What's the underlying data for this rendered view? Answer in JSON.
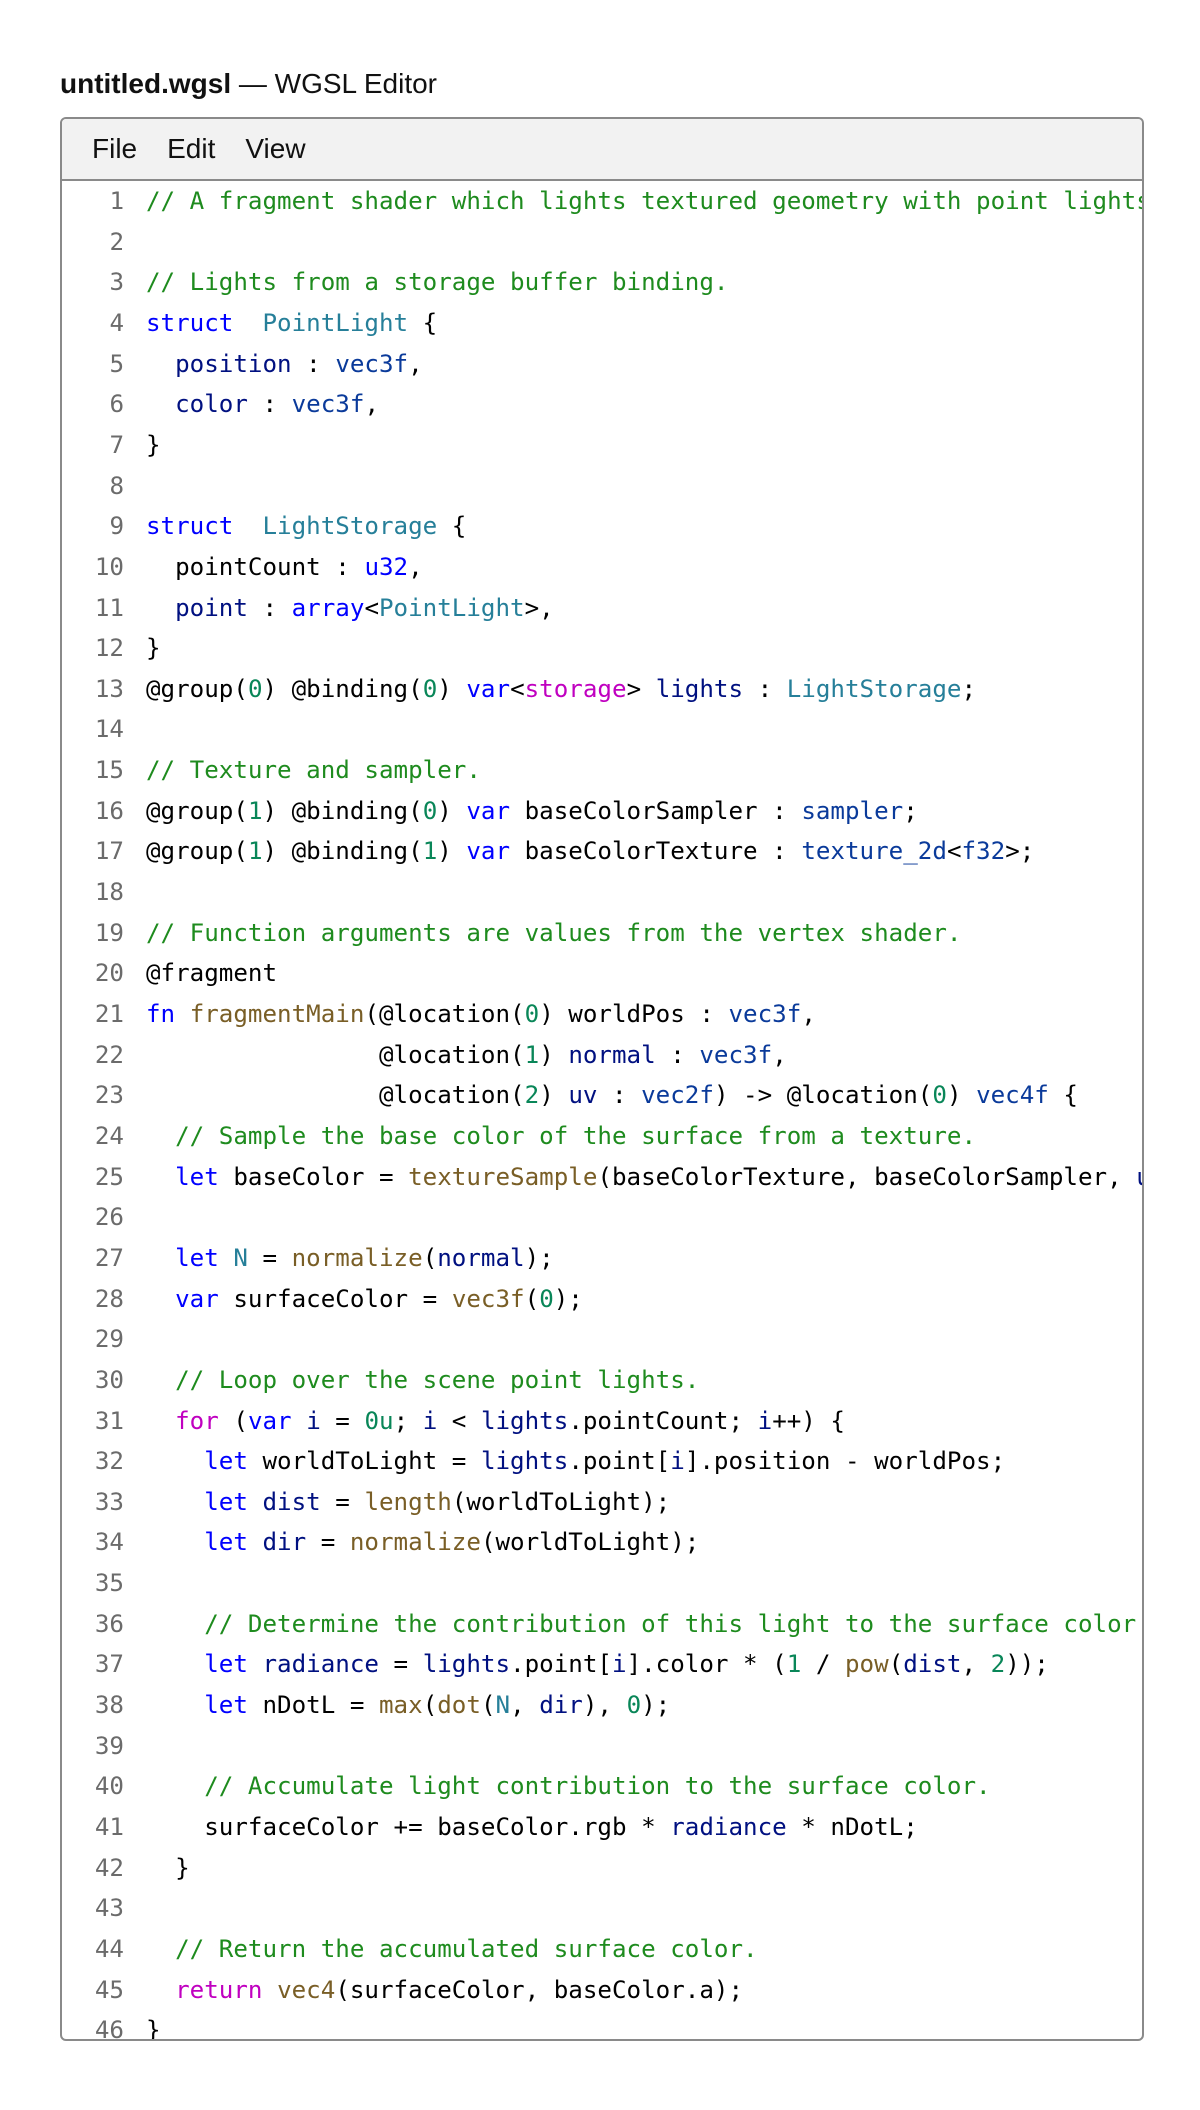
{
  "window": {
    "file_name": "untitled.wgsl",
    "app_name": "— WGSL Editor"
  },
  "menu": [
    "File",
    "Edit",
    "View"
  ],
  "code_lines": [
    [
      [
        "c",
        "// A fragment shader which lights textured geometry with point lights."
      ]
    ],
    [],
    [
      [
        "c",
        "// Lights from a storage buffer binding."
      ]
    ],
    [
      [
        "k",
        "struct"
      ],
      [
        "",
        "  "
      ],
      [
        "t",
        "PointLight"
      ],
      [
        "",
        " {"
      ]
    ],
    [
      [
        "",
        "  "
      ],
      [
        "v",
        "position"
      ],
      [
        "",
        " : "
      ],
      [
        "ty",
        "vec3f"
      ],
      [
        "",
        ","
      ]
    ],
    [
      [
        "",
        "  "
      ],
      [
        "v",
        "color"
      ],
      [
        "",
        " : "
      ],
      [
        "ty",
        "vec3f"
      ],
      [
        "",
        ","
      ]
    ],
    [
      [
        "",
        "}"
      ]
    ],
    [],
    [
      [
        "k",
        "struct"
      ],
      [
        "",
        "  "
      ],
      [
        "t",
        "LightStorage"
      ],
      [
        "",
        " {"
      ]
    ],
    [
      [
        "",
        "  pointCount : "
      ],
      [
        "k",
        "u32"
      ],
      [
        "",
        ","
      ]
    ],
    [
      [
        "",
        "  "
      ],
      [
        "v",
        "point"
      ],
      [
        "",
        " : "
      ],
      [
        "k",
        "array"
      ],
      [
        "",
        "<"
      ],
      [
        "t",
        "PointLight"
      ],
      [
        "",
        ">,"
      ]
    ],
    [
      [
        "",
        "}"
      ]
    ],
    [
      [
        "",
        "@group("
      ],
      [
        "n",
        "0"
      ],
      [
        "",
        ") @binding("
      ],
      [
        "n",
        "0"
      ],
      [
        "",
        ") "
      ],
      [
        "k",
        "var"
      ],
      [
        "",
        "<"
      ],
      [
        "p",
        "storage"
      ],
      [
        "",
        "> "
      ],
      [
        "v",
        "lights"
      ],
      [
        "",
        " : "
      ],
      [
        "t",
        "LightStorage"
      ],
      [
        "",
        ";"
      ]
    ],
    [],
    [
      [
        "c",
        "// Texture and sampler."
      ]
    ],
    [
      [
        "",
        "@group("
      ],
      [
        "n",
        "1"
      ],
      [
        "",
        ") @binding("
      ],
      [
        "n",
        "0"
      ],
      [
        "",
        ") "
      ],
      [
        "k",
        "var"
      ],
      [
        "",
        " baseColorSampler : "
      ],
      [
        "ty",
        "sampler"
      ],
      [
        "",
        ";"
      ]
    ],
    [
      [
        "",
        "@group("
      ],
      [
        "n",
        "1"
      ],
      [
        "",
        ") @binding("
      ],
      [
        "n",
        "1"
      ],
      [
        "",
        ") "
      ],
      [
        "k",
        "var"
      ],
      [
        "",
        " baseColorTexture : "
      ],
      [
        "ty",
        "texture_2d"
      ],
      [
        "",
        "<"
      ],
      [
        "ty",
        "f32"
      ],
      [
        "",
        ">;"
      ]
    ],
    [],
    [
      [
        "c",
        "// Function arguments are values from the vertex shader."
      ]
    ],
    [
      [
        "",
        "@fragment"
      ]
    ],
    [
      [
        "k",
        "fn"
      ],
      [
        "",
        " "
      ],
      [
        "f",
        "fragmentMain"
      ],
      [
        "",
        "(@location("
      ],
      [
        "n",
        "0"
      ],
      [
        "",
        ") worldPos : "
      ],
      [
        "ty",
        "vec3f"
      ],
      [
        "",
        ","
      ]
    ],
    [
      [
        "",
        "                @location("
      ],
      [
        "n",
        "1"
      ],
      [
        "",
        ") "
      ],
      [
        "v",
        "normal"
      ],
      [
        "",
        " : "
      ],
      [
        "ty",
        "vec3f"
      ],
      [
        "",
        ","
      ]
    ],
    [
      [
        "",
        "                @location("
      ],
      [
        "n",
        "2"
      ],
      [
        "",
        ") "
      ],
      [
        "v",
        "uv"
      ],
      [
        "",
        " : "
      ],
      [
        "ty",
        "vec2f"
      ],
      [
        "",
        ") -> @location("
      ],
      [
        "n",
        "0"
      ],
      [
        "",
        ") "
      ],
      [
        "ty",
        "vec4f"
      ],
      [
        "",
        " {"
      ]
    ],
    [
      [
        "",
        "  "
      ],
      [
        "c",
        "// Sample the base color of the surface from a texture."
      ]
    ],
    [
      [
        "",
        "  "
      ],
      [
        "k",
        "let"
      ],
      [
        "",
        " baseColor = "
      ],
      [
        "f",
        "textureSample"
      ],
      [
        "",
        "(baseColorTexture, baseColorSampler, "
      ],
      [
        "v",
        "uv"
      ],
      [
        "",
        ");"
      ]
    ],
    [],
    [
      [
        "",
        "  "
      ],
      [
        "k",
        "let"
      ],
      [
        "",
        " "
      ],
      [
        "t",
        "N"
      ],
      [
        "",
        " = "
      ],
      [
        "f",
        "normalize"
      ],
      [
        "",
        "("
      ],
      [
        "v",
        "normal"
      ],
      [
        "",
        ");"
      ]
    ],
    [
      [
        "",
        "  "
      ],
      [
        "k",
        "var"
      ],
      [
        "",
        " surfaceColor = "
      ],
      [
        "f",
        "vec3f"
      ],
      [
        "",
        "("
      ],
      [
        "n",
        "0"
      ],
      [
        "",
        ");"
      ]
    ],
    [],
    [
      [
        "",
        "  "
      ],
      [
        "c",
        "// Loop over the scene point lights."
      ]
    ],
    [
      [
        "",
        "  "
      ],
      [
        "p",
        "for"
      ],
      [
        "",
        " ("
      ],
      [
        "k",
        "var"
      ],
      [
        "",
        " "
      ],
      [
        "v",
        "i"
      ],
      [
        "",
        " = "
      ],
      [
        "n",
        "0u"
      ],
      [
        "",
        "; "
      ],
      [
        "v",
        "i"
      ],
      [
        "",
        " < "
      ],
      [
        "v",
        "lights"
      ],
      [
        "",
        ".pointCount; "
      ],
      [
        "v",
        "i"
      ],
      [
        "",
        "++) {"
      ]
    ],
    [
      [
        "",
        "    "
      ],
      [
        "k",
        "let"
      ],
      [
        "",
        " worldToLight = "
      ],
      [
        "v",
        "lights"
      ],
      [
        "",
        ".point["
      ],
      [
        "v",
        "i"
      ],
      [
        "",
        "].position - worldPos;"
      ]
    ],
    [
      [
        "",
        "    "
      ],
      [
        "k",
        "let"
      ],
      [
        "",
        " "
      ],
      [
        "v",
        "dist"
      ],
      [
        "",
        " = "
      ],
      [
        "f",
        "length"
      ],
      [
        "",
        "(worldToLight);"
      ]
    ],
    [
      [
        "",
        "    "
      ],
      [
        "k",
        "let"
      ],
      [
        "",
        " "
      ],
      [
        "v",
        "dir"
      ],
      [
        "",
        " = "
      ],
      [
        "f",
        "normalize"
      ],
      [
        "",
        "(worldToLight);"
      ]
    ],
    [],
    [
      [
        "",
        "    "
      ],
      [
        "c",
        "// Determine the contribution of this light to the surface color."
      ]
    ],
    [
      [
        "",
        "    "
      ],
      [
        "k",
        "let"
      ],
      [
        "",
        " "
      ],
      [
        "v",
        "radiance"
      ],
      [
        "",
        " = "
      ],
      [
        "v",
        "lights"
      ],
      [
        "",
        ".point["
      ],
      [
        "v",
        "i"
      ],
      [
        "",
        "].color * ("
      ],
      [
        "n",
        "1"
      ],
      [
        "",
        " / "
      ],
      [
        "f",
        "pow"
      ],
      [
        "",
        "("
      ],
      [
        "v",
        "dist"
      ],
      [
        "",
        ", "
      ],
      [
        "n",
        "2"
      ],
      [
        "",
        "));"
      ]
    ],
    [
      [
        "",
        "    "
      ],
      [
        "k",
        "let"
      ],
      [
        "",
        " nDotL = "
      ],
      [
        "f",
        "max"
      ],
      [
        "",
        "("
      ],
      [
        "f",
        "dot"
      ],
      [
        "",
        "("
      ],
      [
        "t",
        "N"
      ],
      [
        "",
        ", "
      ],
      [
        "v",
        "dir"
      ],
      [
        "",
        "), "
      ],
      [
        "n",
        "0"
      ],
      [
        "",
        ");"
      ]
    ],
    [],
    [
      [
        "",
        "    "
      ],
      [
        "c",
        "// Accumulate light contribution to the surface color."
      ]
    ],
    [
      [
        "",
        "    surfaceColor += baseColor.rgb * "
      ],
      [
        "v",
        "radiance"
      ],
      [
        "",
        " * nDotL;"
      ]
    ],
    [
      [
        "",
        "  }"
      ]
    ],
    [],
    [
      [
        "",
        "  "
      ],
      [
        "c",
        "// Return the accumulated surface color."
      ]
    ],
    [
      [
        "",
        "  "
      ],
      [
        "p",
        "return"
      ],
      [
        "",
        " "
      ],
      [
        "f",
        "vec4"
      ],
      [
        "",
        "(surfaceColor, baseColor.a);"
      ]
    ],
    [
      [
        "",
        "}"
      ]
    ]
  ]
}
